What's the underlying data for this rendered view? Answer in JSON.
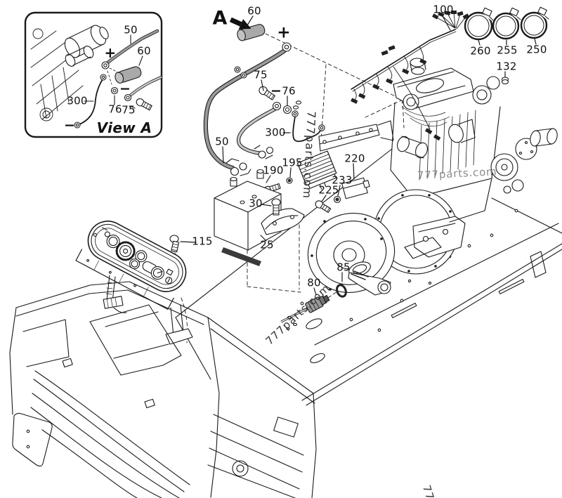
{
  "diagram": {
    "callouts": {
      "a_marker": "A",
      "n60": "60",
      "plus": "+",
      "n75": "75",
      "minus": "−",
      "n76": "76",
      "n300": "300",
      "n50": "50",
      "n190": "190",
      "n195": "195",
      "n30": "30",
      "n25": "25",
      "n220": "220",
      "n233": "233",
      "n225": "225",
      "n115": "115",
      "n85": "85",
      "n80": "80",
      "n100": "100",
      "n260": "260",
      "n255": "255",
      "n250": "250",
      "n132": "132"
    },
    "inset": {
      "n50": "50",
      "n60": "60",
      "n300": "300",
      "n76": "76",
      "n75": "75",
      "plus": "+",
      "minus": "−",
      "minus2": "−",
      "view_label": "View A"
    },
    "watermarks": {
      "wm1": "777parts.com",
      "wm2": "777parts.com",
      "wm3": "777parts.com",
      "wm4": "77"
    },
    "colors": {
      "line": "#1a1a1a",
      "cable_dark": "#9a9a9a",
      "cable_light": "#c9c9c9",
      "boot_fill": "#a9a9a9",
      "watermark_gray": "#8a8a8a"
    }
  }
}
